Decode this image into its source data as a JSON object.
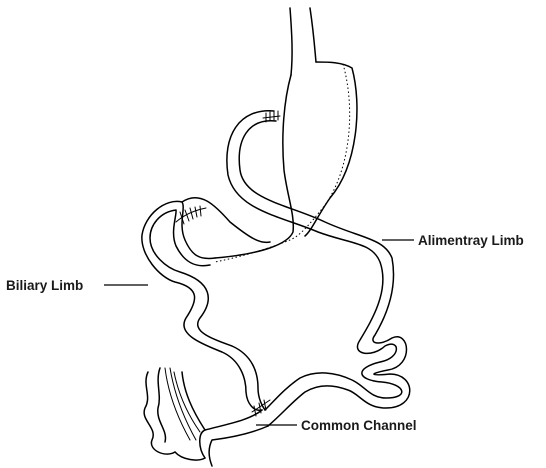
{
  "labels": {
    "alimentary_limb": "Alimentray Limb",
    "biliary_limb": "Biliary Limb",
    "common_channel": "Common Channel"
  }
}
